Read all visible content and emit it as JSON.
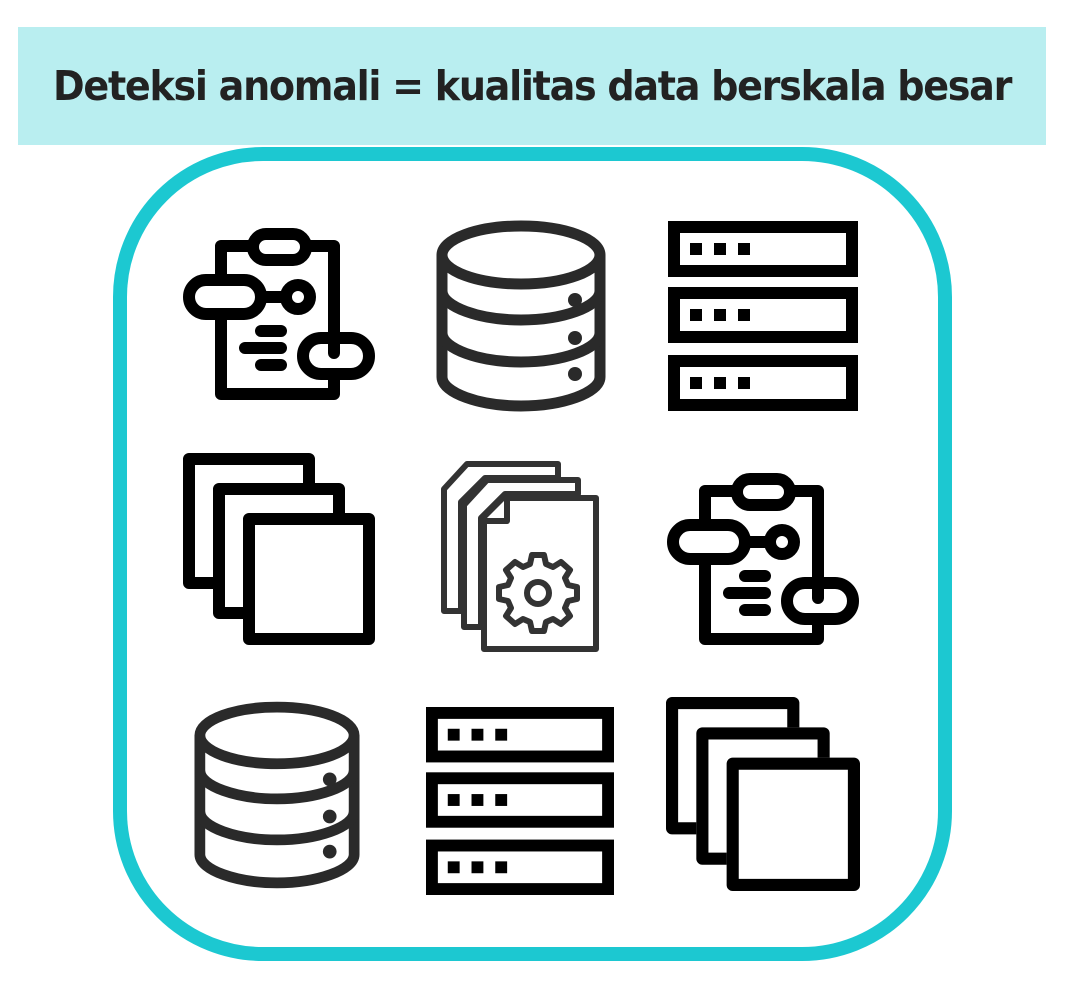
{
  "banner": {
    "title": "Deteksi anomali = kualitas data berskala besar",
    "background": "#b9eef0",
    "text_color": "#222222"
  },
  "frame": {
    "border_color": "#1cc8d1"
  },
  "icons": [
    {
      "row": 1,
      "col": 1,
      "name": "flowchart-clipboard-icon"
    },
    {
      "row": 1,
      "col": 2,
      "name": "database-icon"
    },
    {
      "row": 1,
      "col": 3,
      "name": "server-rack-icon"
    },
    {
      "row": 2,
      "col": 1,
      "name": "stacked-layers-icon"
    },
    {
      "row": 2,
      "col": 2,
      "name": "document-settings-icon"
    },
    {
      "row": 2,
      "col": 3,
      "name": "flowchart-clipboard-icon"
    },
    {
      "row": 3,
      "col": 1,
      "name": "database-icon"
    },
    {
      "row": 3,
      "col": 2,
      "name": "server-rack-icon"
    },
    {
      "row": 3,
      "col": 3,
      "name": "stacked-layers-icon"
    }
  ]
}
